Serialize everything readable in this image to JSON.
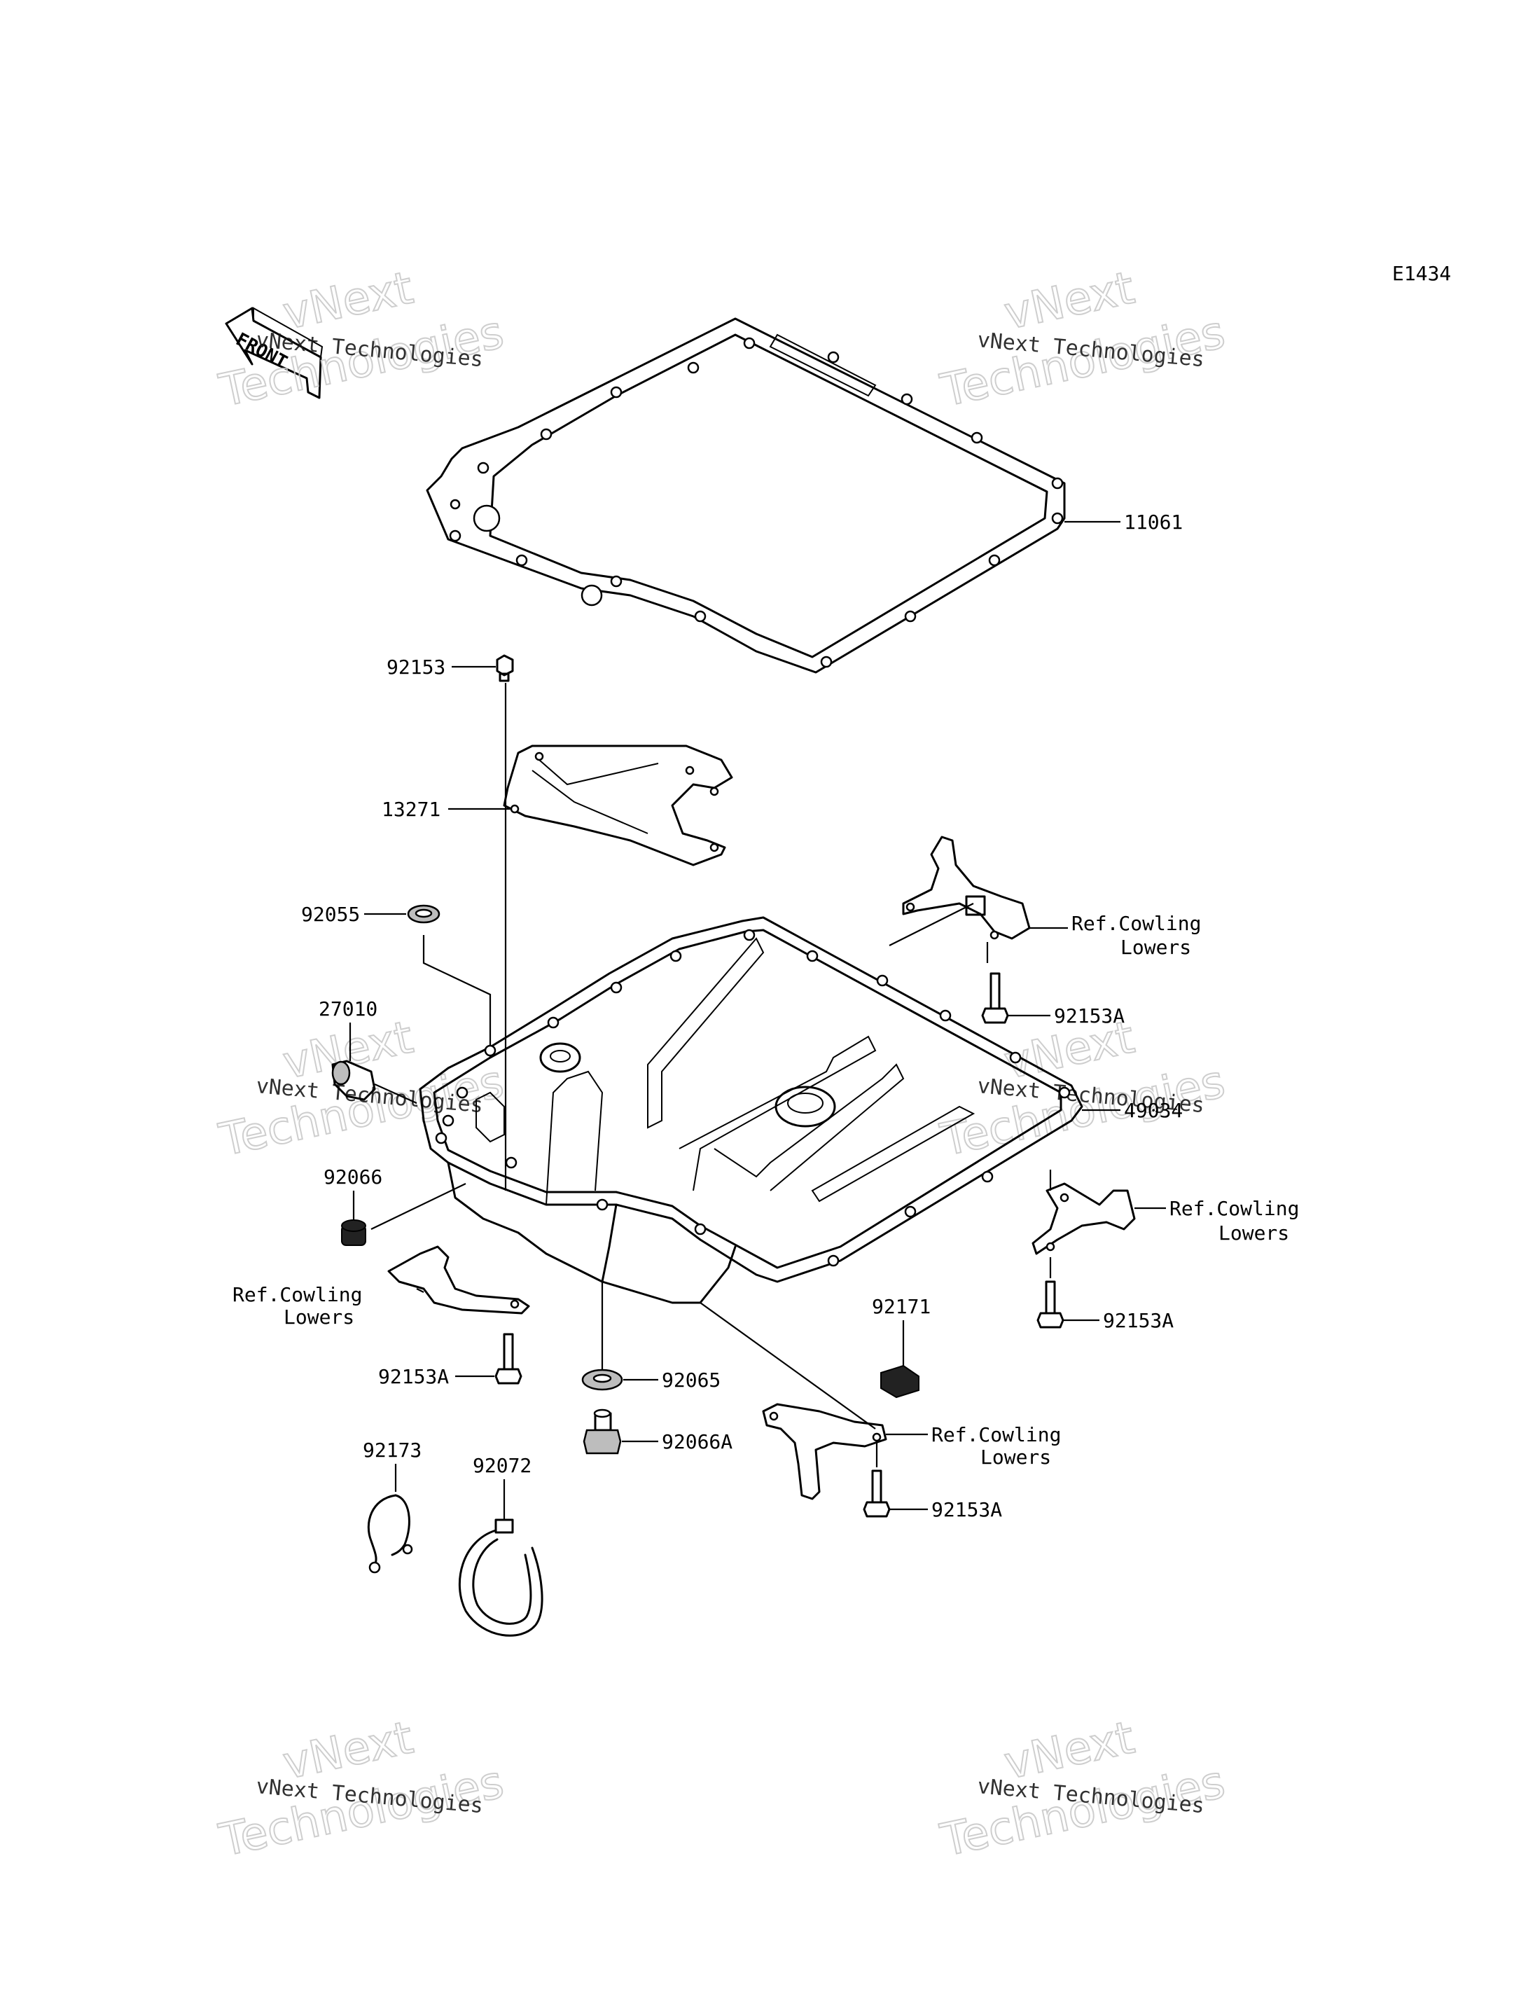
{
  "diagram_code": "E1434",
  "front_label": "FRONT",
  "watermark": {
    "line1": "vNext Technologies",
    "big1": "vNext",
    "big2": "Technologies"
  },
  "parts": [
    {
      "id": "p11061",
      "number": "11061"
    },
    {
      "id": "p92153_top",
      "number": "92153"
    },
    {
      "id": "p13271",
      "number": "13271"
    },
    {
      "id": "p92055",
      "number": "92055"
    },
    {
      "id": "p27010",
      "number": "27010"
    },
    {
      "id": "p92066",
      "number": "92066"
    },
    {
      "id": "p49034",
      "number": "49034"
    },
    {
      "id": "p92153A_1",
      "number": "92153A"
    },
    {
      "id": "p92153A_2",
      "number": "92153A"
    },
    {
      "id": "p92153A_3",
      "number": "92153A"
    },
    {
      "id": "p92153A_4",
      "number": "92153A"
    },
    {
      "id": "p92065",
      "number": "92065"
    },
    {
      "id": "p92066A",
      "number": "92066A"
    },
    {
      "id": "p92171",
      "number": "92171"
    },
    {
      "id": "p92173",
      "number": "92173"
    },
    {
      "id": "p92072",
      "number": "92072"
    }
  ],
  "refs": [
    {
      "id": "ref1",
      "line1": "Ref.Cowling",
      "line2": "Lowers"
    },
    {
      "id": "ref2",
      "line1": "Ref.Cowling",
      "line2": "Lowers"
    },
    {
      "id": "ref3",
      "line1": "Ref.Cowling",
      "line2": "Lowers"
    },
    {
      "id": "ref4",
      "line1": "Ref.Cowling",
      "line2": "Lowers"
    }
  ]
}
